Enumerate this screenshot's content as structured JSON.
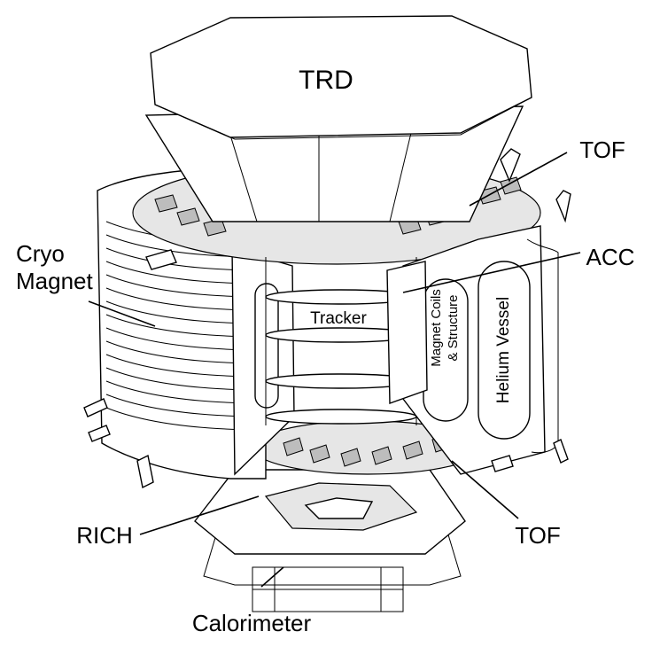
{
  "labels": {
    "trd": "TRD",
    "tof_top": "TOF",
    "acc": "ACC",
    "cryo_line1": "Cryo",
    "cryo_line2": "Magnet",
    "tracker": "Tracker",
    "magnet_coils_line1": "Magnet Coils",
    "magnet_coils_line2": "& Structure",
    "helium_vessel": "Helium Vessel",
    "rich": "RICH",
    "tof_bottom": "TOF",
    "calorimeter": "Calorimeter"
  }
}
